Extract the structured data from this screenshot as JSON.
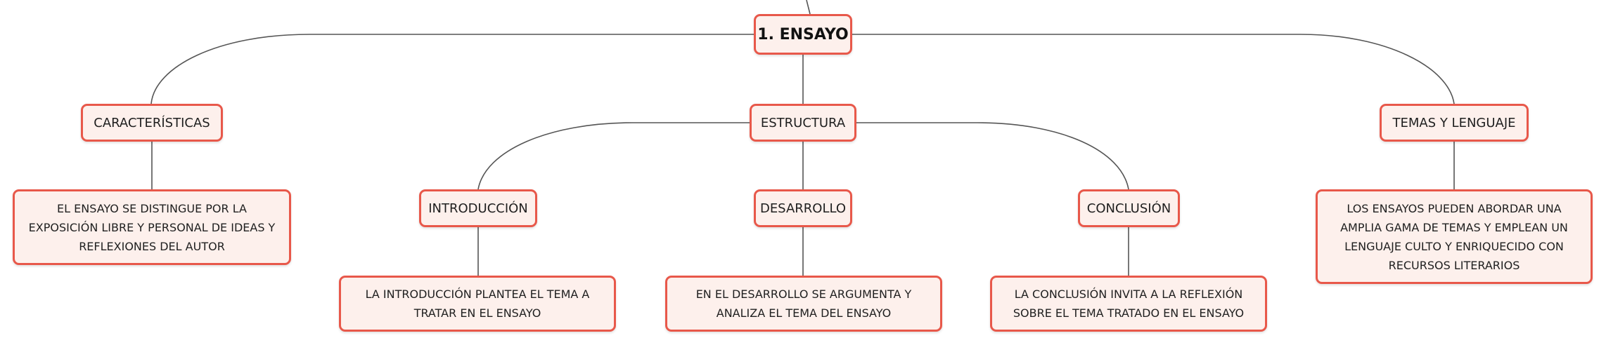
{
  "mindmap": {
    "root": {
      "label": "1. ENSAYO"
    },
    "branches": [
      {
        "label": "CARACTERÍSTICAS",
        "children": [
          {
            "label": "EL ENSAYO SE DISTINGUE POR LA EXPOSICIÓN LIBRE Y PERSONAL DE IDEAS Y REFLEXIONES DEL AUTOR"
          }
        ]
      },
      {
        "label": "ESTRUCTURA",
        "children": [
          {
            "label": "INTRODUCCIÓN",
            "children": [
              {
                "label": "LA INTRODUCCIÓN PLANTEA EL TEMA A TRATAR EN EL ENSAYO"
              }
            ]
          },
          {
            "label": "DESARROLLO",
            "children": [
              {
                "label": "EN EL DESARROLLO SE ARGUMENTA Y ANALIZA EL TEMA DEL ENSAYO"
              }
            ]
          },
          {
            "label": "CONCLUSIÓN",
            "children": [
              {
                "label": "LA CONCLUSIÓN INVITA A LA REFLEXIÓN SOBRE EL TEMA TRATADO EN EL ENSAYO"
              }
            ]
          }
        ]
      },
      {
        "label": "TEMAS Y LENGUAJE",
        "children": [
          {
            "label": "LOS ENSAYOS PUEDEN ABORDAR UNA AMPLIA GAMA DE TEMAS Y EMPLEAN UN LENGUAJE CULTO Y ENRIQUECIDO CON RECURSOS LITERARIOS"
          }
        ]
      }
    ],
    "colors": {
      "node_fill": "#fdf0ec",
      "node_border": "#e8584a",
      "connector": "#555555",
      "text": "#1f1f1f"
    }
  }
}
